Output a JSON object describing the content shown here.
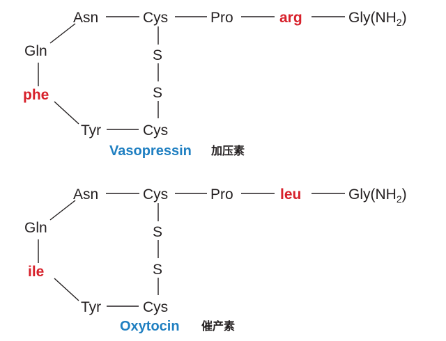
{
  "vasopressin": {
    "asn": "Asn",
    "cys_top": "Cys",
    "pro": "Pro",
    "var3": "arg",
    "gly_main": "Gly(NH",
    "gly_sub": "2",
    "gly_close": ")",
    "gln": "Gln",
    "s1": "S",
    "s2": "S",
    "var1": "phe",
    "tyr": "Tyr",
    "cys_bottom": "Cys",
    "name": "Vasopressin",
    "name_cn": "加压素"
  },
  "oxytocin": {
    "asn": "Asn",
    "cys_top": "Cys",
    "pro": "Pro",
    "var3": "leu",
    "gly_main": "Gly(NH",
    "gly_sub": "2",
    "gly_close": ")",
    "gln": "Gln",
    "s1": "S",
    "s2": "S",
    "var1": "ile",
    "tyr": "Tyr",
    "cys_bottom": "Cys",
    "name": "Oxytocin",
    "name_cn": "催产素"
  },
  "colors": {
    "highlight": "#d7212b",
    "title": "#1f7fc1",
    "text": "#231f20"
  }
}
